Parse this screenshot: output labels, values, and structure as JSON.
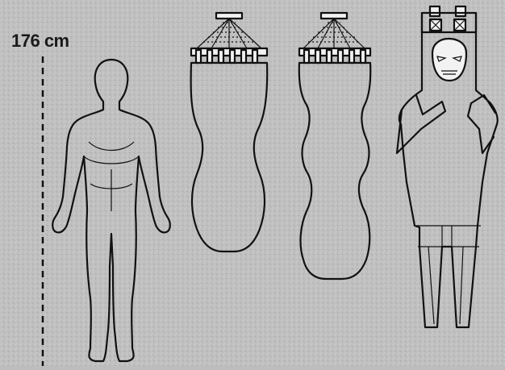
{
  "height_label": "176 cm",
  "figures": [
    "human-silhouette",
    "punching-bag-shaped",
    "punching-bag-wavy",
    "grappling-dummy"
  ]
}
